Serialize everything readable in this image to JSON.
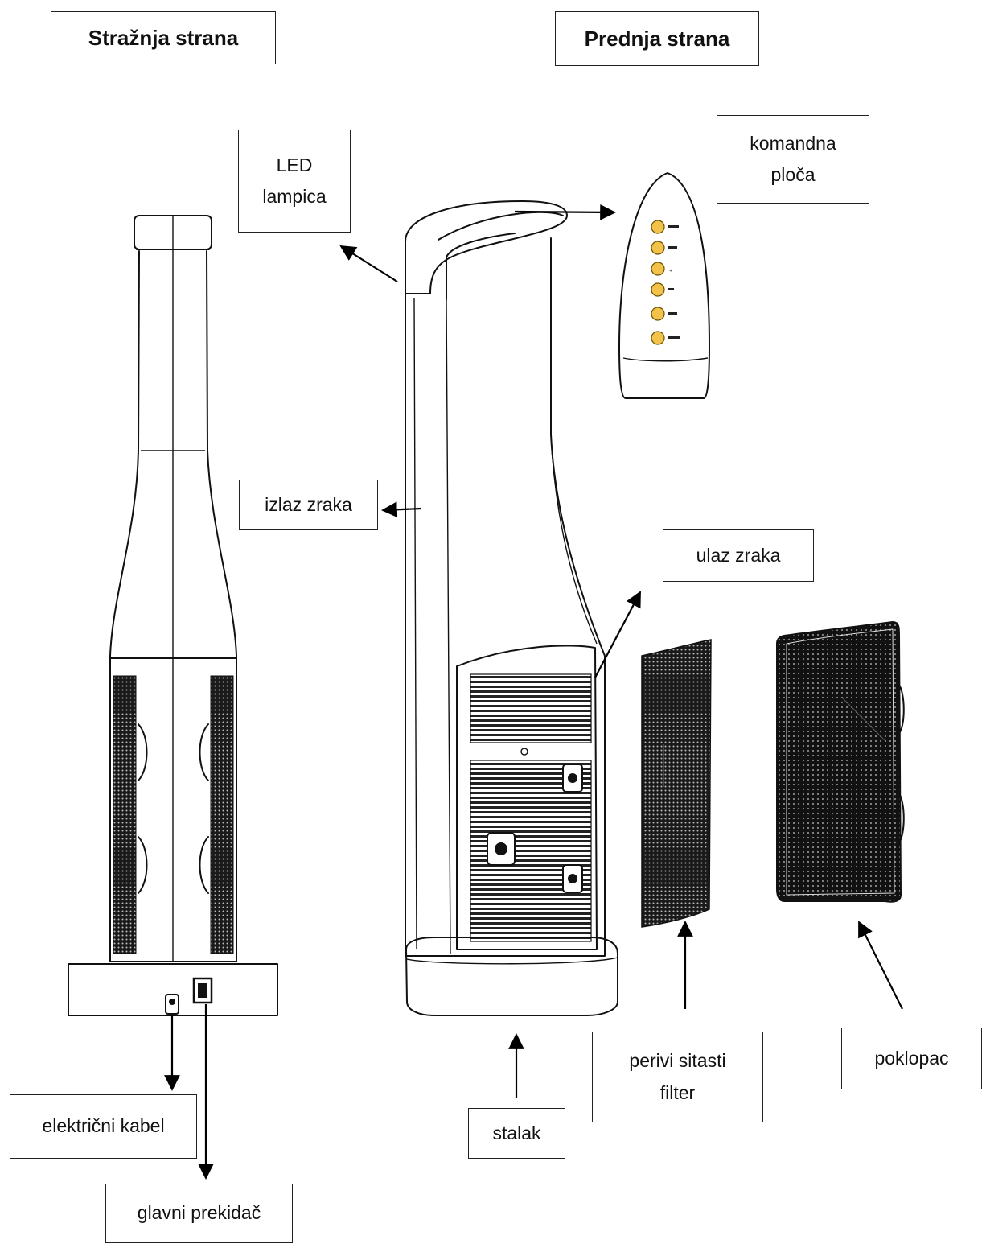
{
  "titles": {
    "back": "Stražnja strana",
    "front": "Prednja strana"
  },
  "labels": {
    "led_lamp": "LED\nlampica",
    "control_panel": "komandna\nploča",
    "air_outlet": "izlaz zraka",
    "air_inlet": "ulaz zraka",
    "power_cable": "električni kabel",
    "main_switch": "glavni prekidač",
    "stand": "stalak",
    "washable_filter": "perivi sitasti\nfilter",
    "cover": "poklopac"
  },
  "icons": {
    "back_view": "tower-fan-back-view",
    "front_view": "tower-fan-front-view",
    "control_panel": "control-panel-remote",
    "filter": "mesh-filter",
    "cover": "grille-cover"
  }
}
